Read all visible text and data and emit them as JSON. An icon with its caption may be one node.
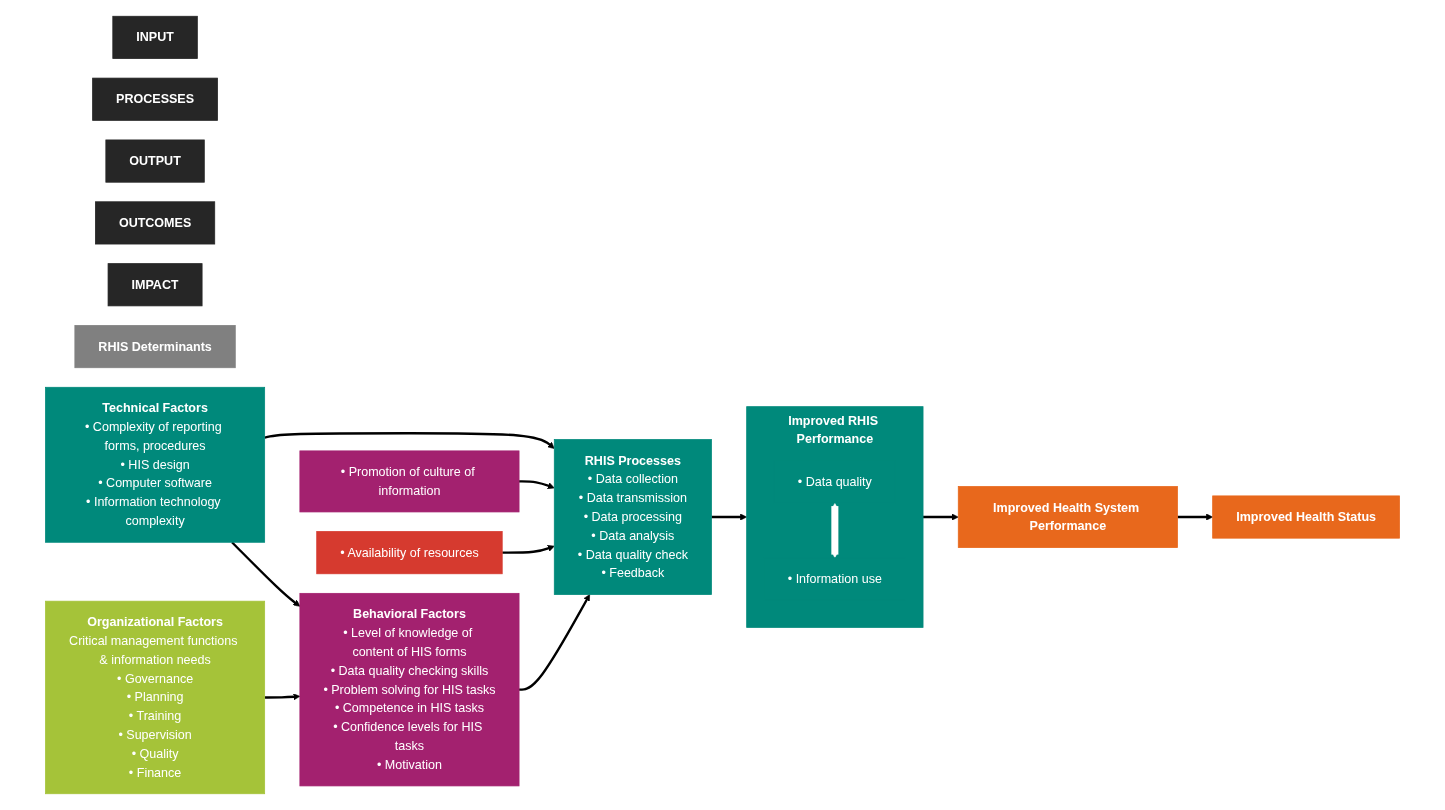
{
  "diagram": {
    "nodes": [
      {
        "text": [
          "INPUT"
        ]
      },
      {
        "text": [
          "PROCESSES"
        ]
      },
      {
        "text": [
          "OUTPUT"
        ]
      },
      {
        "text": [
          "OUTCOMES"
        ]
      },
      {
        "text": [
          "IMPACT"
        ]
      },
      {
        "text": [
          "RHIS Determinants"
        ]
      },
      {
        "text": [
          "Technical Factors",
          "• Complexity of reporting forms, procedures",
          "• HIS design",
          "• Computer software",
          "• Information technology complexity"
        ]
      },
      {
        "text": [
          "Organizational Factors",
          "Critical management functions & information needs",
          "• Governance",
          "• Planning",
          "• Training",
          "• Supervision",
          "• Quality",
          "• Finance"
        ]
      },
      {
        "text": [
          "• Promotion of culture of information"
        ]
      },
      {
        "text": [
          "• Availability of resources"
        ]
      },
      {
        "text": [
          "Behavioral Factors",
          "• Level of knowledge of content of HIS forms",
          "• Data quality checking skills",
          "• Problem solving for HIS tasks",
          "• Competence in HIS tasks",
          "• Confidence levels for HIS tasks",
          "• Motivation"
        ]
      },
      {
        "text": [
          "RHIS Processes",
          "• Data collection",
          "• Data transmission",
          "• Data processing",
          "• Data analysis",
          "• Data quality check",
          "• Feedback"
        ]
      },
      {
        "text": [
          "Improved RHIS Performance"
        ]
      },
      {
        "text": [
          "• Data quality"
        ],
        "in": 12
      },
      {
        "text": [
          "• Information use"
        ],
        "in": 12
      },
      {
        "text": [
          "Improved Health System Performance"
        ]
      },
      {
        "text": [
          "Improved Health Status"
        ]
      }
    ],
    "edges": [
      {
        "from": 6,
        "to": 11,
        "arrow": "to"
      },
      {
        "from": 6,
        "to": 10,
        "arrow": "to"
      },
      {
        "from": 7,
        "to": 10,
        "arrow": "to"
      },
      {
        "from": 8,
        "to": 11,
        "arrow": "to"
      },
      {
        "from": 9,
        "to": 11,
        "arrow": "to"
      },
      {
        "from": 10,
        "to": 11,
        "arrow": "to"
      },
      {
        "from": 11,
        "to": 12,
        "arrow": "to"
      },
      {
        "from": 13,
        "to": 14,
        "arrow": "both",
        "style": "thick",
        "color": "#ffffff"
      },
      {
        "from": 12,
        "to": 15,
        "arrow": "to"
      },
      {
        "from": 15,
        "to": 16,
        "arrow": "to"
      }
    ]
  }
}
